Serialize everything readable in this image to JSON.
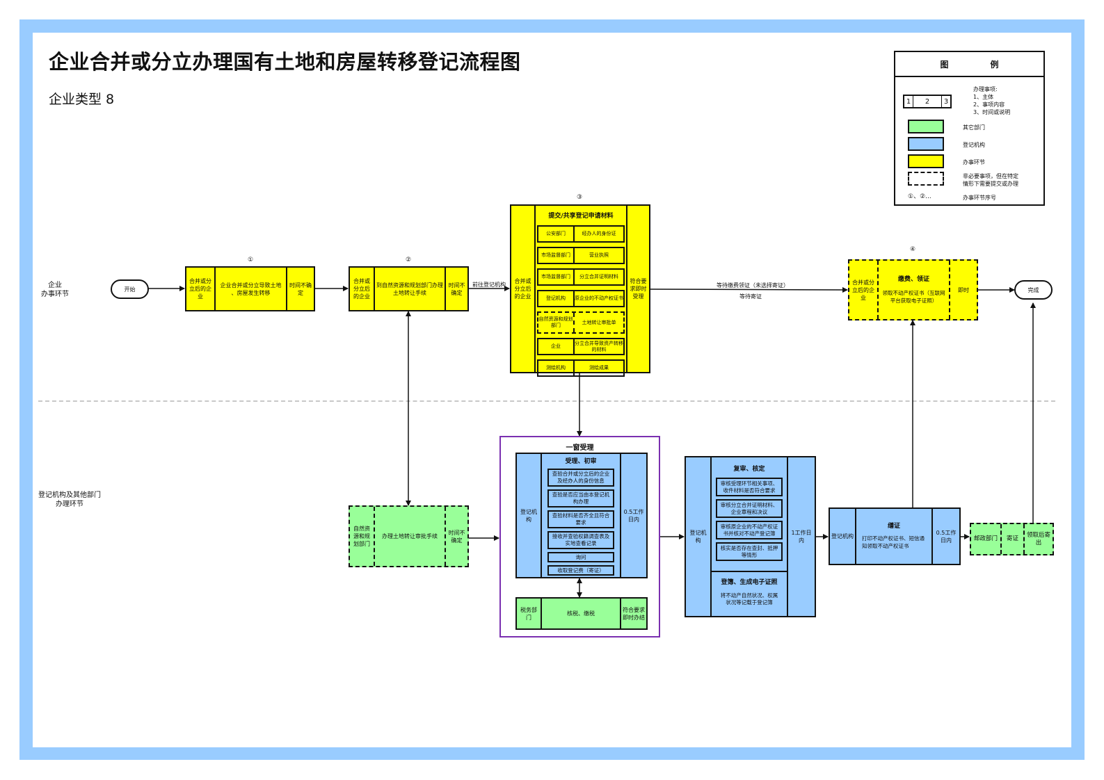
{
  "title": "企业合并或分立办理国有土地和房屋转移登记流程图",
  "subtitle": "企业类型   8",
  "lanes": {
    "enterprise": [
      "企业",
      "办事环节"
    ],
    "agency": [
      "登记机构及其他部门",
      "办理环节"
    ]
  },
  "legend": {
    "head_left": "图",
    "head_right": "例",
    "sample_cells": [
      "1",
      "2",
      "3"
    ],
    "sample_desc": [
      "办理事项:",
      "1、主体",
      "2、事项内容",
      "3、时间或说明"
    ],
    "other_dept": "其它部门",
    "registry": "登记机构",
    "step": "办事环节",
    "optional": [
      "非必要事项，但在特定",
      "情形下需要提交或办理"
    ],
    "seq_symbol": "①、②...",
    "seq_desc": "办事环节序号",
    "colors": {
      "yellow": "#ffff00",
      "blue": "#99ccff",
      "green": "#99ff99",
      "window_border": "#7a2fb0",
      "frame": "#99ccff"
    }
  },
  "start": "开始",
  "end": "完成",
  "steps": {
    "s1": {
      "num": "①",
      "subject": "合并或分立后的企业",
      "content": "企业合并或分立导致土地 、房屋发生转移",
      "time": "时间不确定"
    },
    "s2": {
      "num": "②",
      "subject": "合并或分立后的企业",
      "content": "到自然资源和规划部门办理土地转让手续",
      "time": "时间不确定"
    },
    "s3": {
      "num": "③",
      "subject": "合并或分立后的企业",
      "heading": "提交/共享登记申请材料",
      "time": "符合要求即时受理",
      "materials": [
        {
          "dept": "公安部门",
          "doc": "经办人的身份证",
          "optional": false
        },
        {
          "dept": "市场监督部门",
          "doc": "营业执照",
          "optional": false
        },
        {
          "dept": "市场监督部门",
          "doc": "分立合并证明材料",
          "optional": false
        },
        {
          "dept": "登记机构",
          "doc": "原企业的不动产权证书",
          "optional": false
        },
        {
          "dept": "自然资源和规划部门",
          "doc": "土地转让审批单",
          "optional": true
        },
        {
          "dept": "企业",
          "doc": "分立合并导致资产转移的材料",
          "optional": false
        },
        {
          "dept": "测绘机构",
          "doc": "测绘成果",
          "optional": false
        }
      ]
    },
    "s4": {
      "num": "④",
      "subject": "合并或分立后的企业",
      "heading": "缴费、领证",
      "content": "领取不动产权证书（互联网平台获取电子证照）",
      "time": "即时"
    }
  },
  "edges": {
    "to_registry": "前往登记机构",
    "wait_fee": "等待缴费领证（未选择寄证）",
    "wait_mail": "等待寄证"
  },
  "land_transfer": {
    "subject": "自然资源和规划部门",
    "content": "办理土地转让审批手续",
    "time": "时间不确定"
  },
  "one_window": {
    "title": "一窗受理",
    "accept": {
      "subject": "登记机构",
      "heading": "受理、初审",
      "time": "0.5工作日内",
      "items": [
        "查验合并或分立后的企业及经办人的身份信息",
        "查验是否应当由本登记机构办理",
        "查验材料是否齐全且符合要求",
        "接收并查验权籍调查表及实地查看记录",
        "询问",
        "收取登记费（寄证）"
      ]
    },
    "tax": {
      "subject": "税务部门",
      "content": "核税、缴税",
      "time": "符合要求即时办结"
    }
  },
  "review": {
    "subject": "登记机构",
    "heading": "复审、核定",
    "time": "1工作日内",
    "items": [
      "审核受理环节相关事项、收件材料是否符合要求",
      "审核分立合并证明材料、企业章程和决议",
      "审核原企业的不动产权证书并核对不动产登记簿",
      "核实是否存在查封、抵押等情形"
    ],
    "record_heading": "登簿、生成电子证照",
    "record_desc": "将不动产自然状况、权属状况等记载于登记簿"
  },
  "certificate": {
    "subject": "登记机构",
    "heading": "缮证",
    "content": "打印不动产权证书、短信通知领取不动产权证书",
    "time": "0.5工作日内"
  },
  "postal": {
    "subject": "邮政部门",
    "content": "寄证",
    "time": "领取后寄出"
  }
}
